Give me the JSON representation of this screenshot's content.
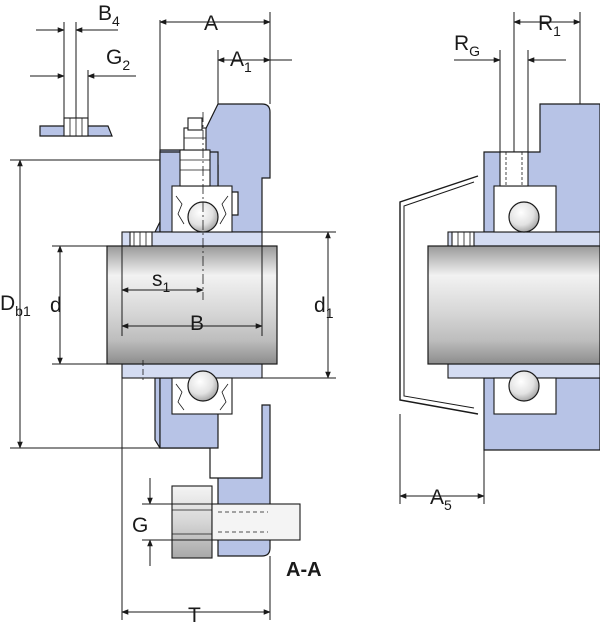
{
  "labels": {
    "B4": {
      "main": "B",
      "sub": "4"
    },
    "G2": {
      "main": "G",
      "sub": "2"
    },
    "A": {
      "main": "A",
      "sub": ""
    },
    "A1": {
      "main": "A",
      "sub": "1"
    },
    "Db1": {
      "main": "D",
      "sub": "b1"
    },
    "d": {
      "main": "d",
      "sub": ""
    },
    "s1": {
      "main": "s",
      "sub": "1"
    },
    "B": {
      "main": "B",
      "sub": ""
    },
    "d1": {
      "main": "d",
      "sub": "1"
    },
    "G": {
      "main": "G",
      "sub": ""
    },
    "T": {
      "main": "T",
      "sub": ""
    },
    "RG": {
      "main": "R",
      "sub": "G"
    },
    "R1": {
      "main": "R",
      "sub": "1"
    },
    "A5": {
      "main": "A",
      "sub": "5"
    }
  },
  "section_label": "A-A",
  "colors": {
    "housing": "#b7c3e6",
    "housing_light": "#d4dcf2",
    "line": "#1a1a1a"
  }
}
